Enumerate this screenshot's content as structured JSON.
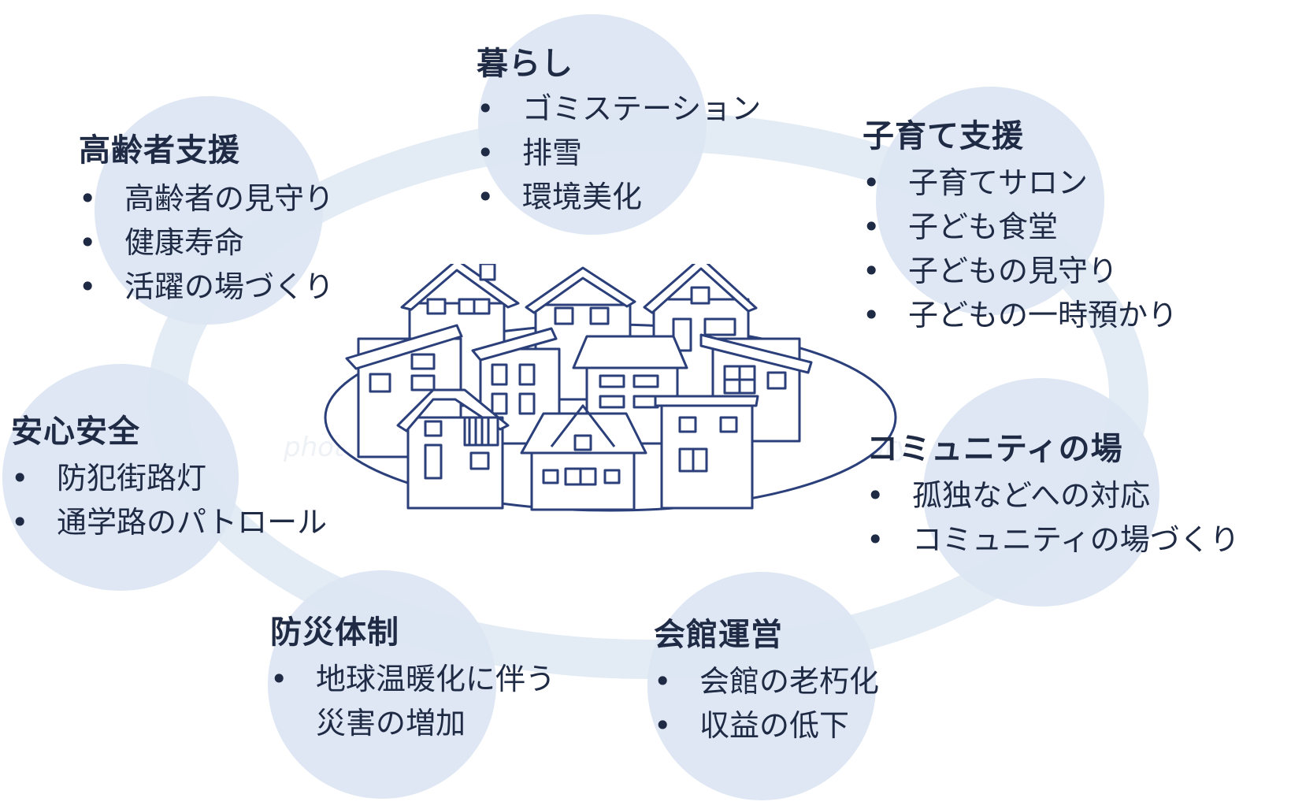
{
  "groups": {
    "kurashi": {
      "title": "暮らし",
      "items": [
        "ゴミステーション",
        "排雪",
        "環境美化"
      ]
    },
    "koreisha": {
      "title": "高齢者支援",
      "items": [
        "高齢者の見守り",
        "健康寿命",
        "活躍の場づくり"
      ]
    },
    "kosodate": {
      "title": "子育て支援",
      "items": [
        "子育てサロン",
        "子ども食堂",
        "子どもの見守り",
        "子どもの一時預かり"
      ]
    },
    "anshin": {
      "title": "安心安全",
      "items": [
        "防犯街路灯",
        "通学路のパトロール"
      ]
    },
    "community": {
      "title": "コミュニティの場",
      "items": [
        "孤独などへの対応",
        "コミュニティの場づくり"
      ]
    },
    "bousai": {
      "title": "防災体制",
      "items": [
        "地球温暖化に伴う",
        "災害の増加"
      ]
    },
    "kaikan": {
      "title": "会館運営",
      "items": [
        "会館の老朽化",
        "収益の低下"
      ]
    }
  },
  "watermarks": [
    "photolibrary",
    "photolibrary"
  ],
  "colors": {
    "ring": "#e3ebf5",
    "bubble": "#dce6f2",
    "ink": "#1f2a44",
    "house_line": "#2b3f7a"
  }
}
